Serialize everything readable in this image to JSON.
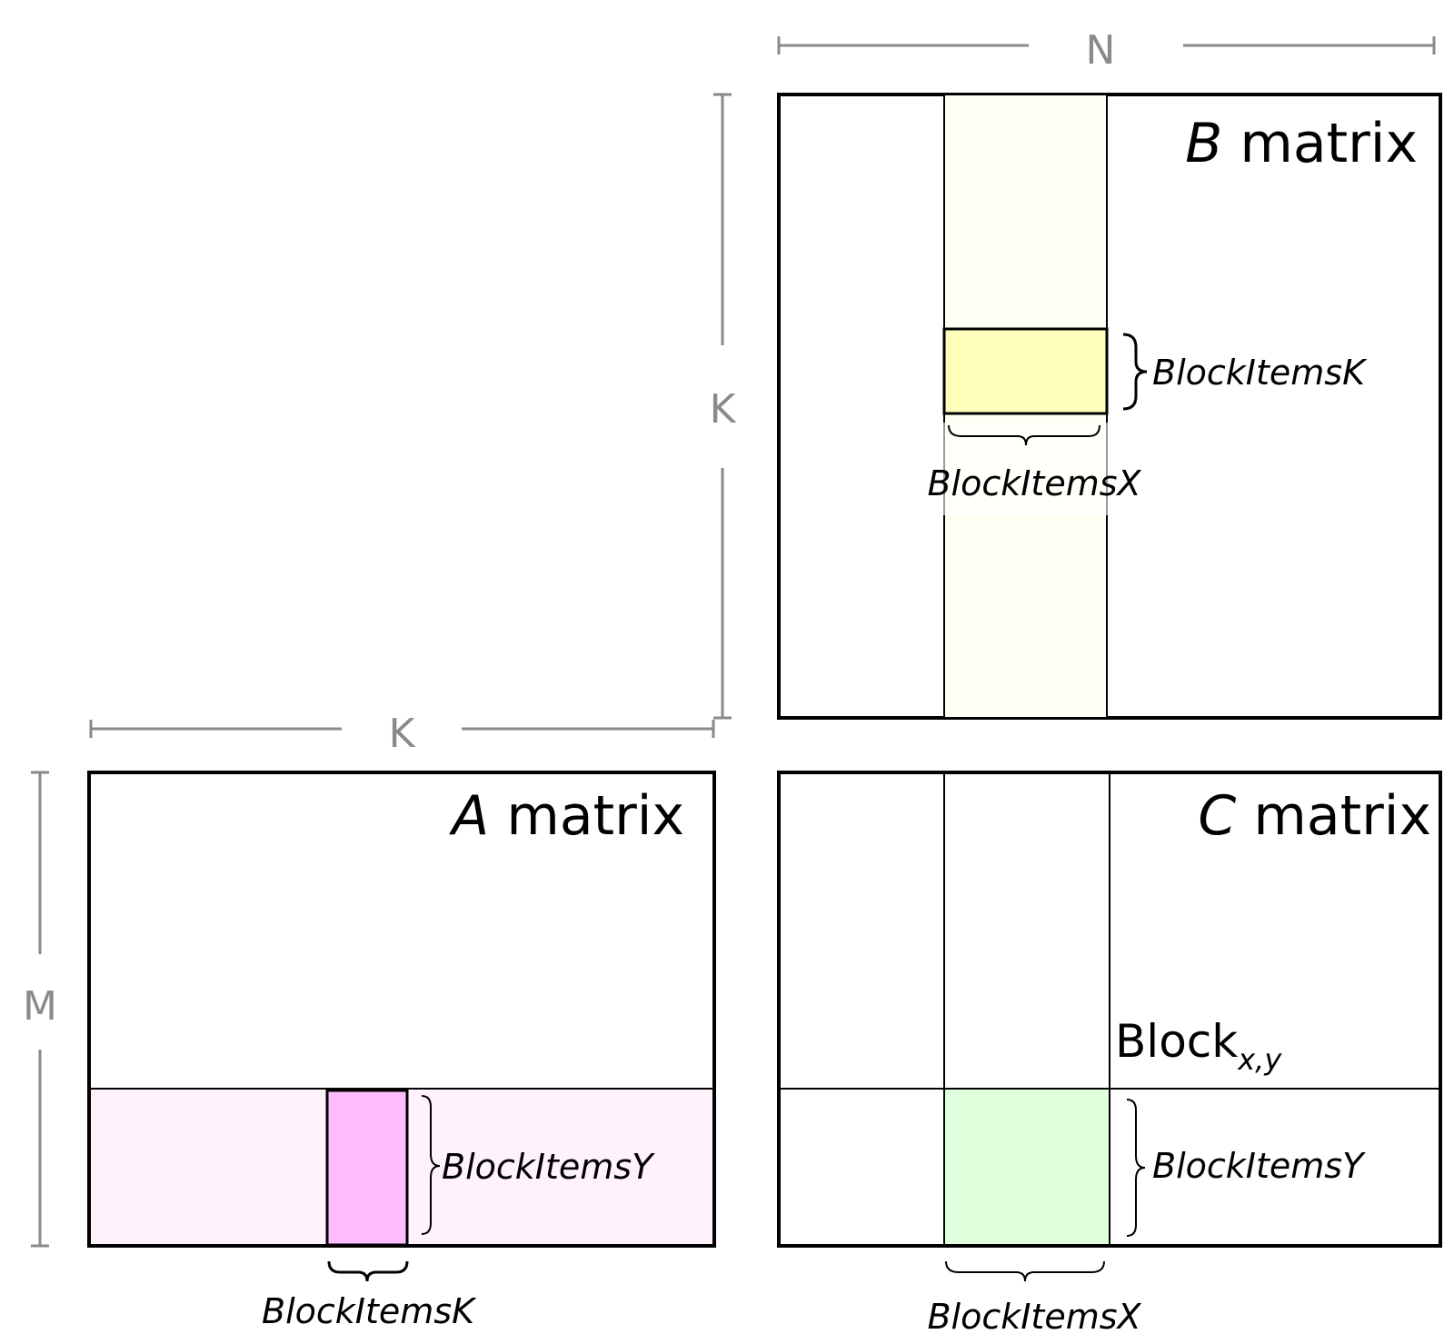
{
  "dimensions": {
    "b_width": "N",
    "b_height": "K",
    "a_width": "K",
    "a_height": "M"
  },
  "matrices": {
    "b": {
      "italic": "B",
      "rest": " matrix"
    },
    "a": {
      "italic": "A",
      "rest": " matrix"
    },
    "c": {
      "italic": "C",
      "rest": " matrix"
    }
  },
  "annotations": {
    "b_k": "BlockItemsK",
    "b_x": "BlockItemsX",
    "a_y": "BlockItemsY",
    "a_k": "BlockItemsK",
    "c_y": "BlockItemsY",
    "c_x": "BlockItemsX"
  },
  "block": {
    "label": "Block",
    "subscript": "x,y"
  },
  "colors": {
    "b_column": "#fffff4",
    "b_tile": "#ffffbb",
    "a_row": "#fff2fd",
    "a_tile": "#ffbcff",
    "c_tile": "#e0ffdd",
    "dimension_gray": "#8a8a8a"
  }
}
